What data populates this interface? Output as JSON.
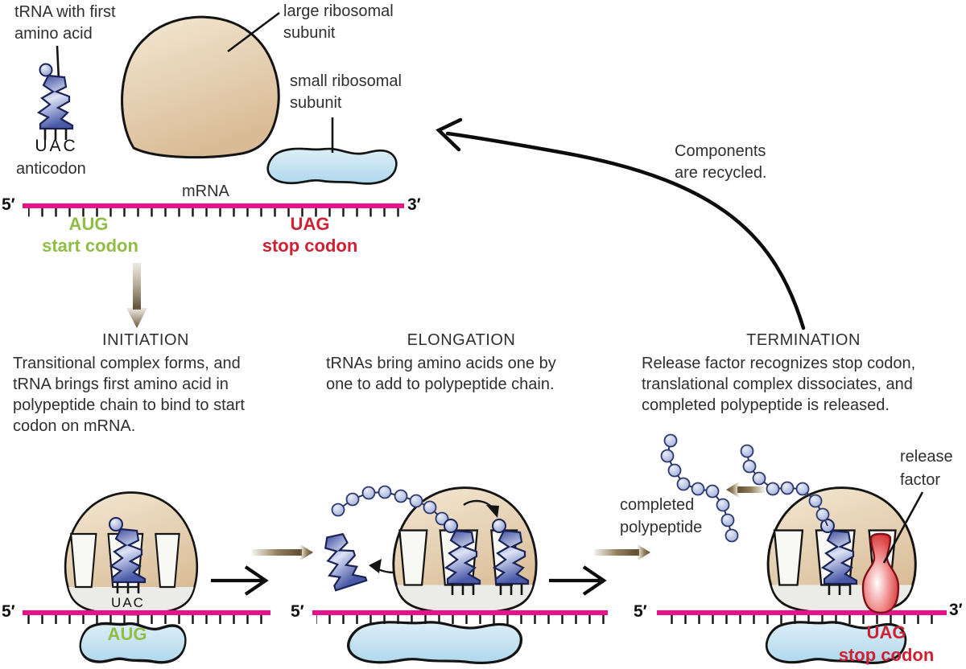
{
  "labels": {
    "trna_line1": "tRNA with first",
    "trna_line2": "amino acid",
    "anticodon": "anticodon",
    "large_line1": "large ribosomal",
    "large_line2": "subunit",
    "small_line1": "small ribosomal",
    "small_line2": "subunit",
    "recycle_line1": "Components",
    "recycle_line2": "are recycled.",
    "completed_line1": "completed",
    "completed_line2": "polypeptide",
    "release_line1": "release",
    "release_line2": "factor"
  },
  "mrna": {
    "label": "mRNA",
    "five_prime": "5′",
    "three_prime": "3′"
  },
  "anticodon_code": "UAC",
  "codons": {
    "start": "AUG",
    "start_label": "start codon",
    "stop": "UAG",
    "stop_label": "stop codon"
  },
  "stages": [
    {
      "title": "INITIATION",
      "lines": [
        "Transitional complex forms, and",
        "tRNA brings first amino acid in",
        "polypeptide chain to bind to start",
        "codon on mRNA."
      ]
    },
    {
      "title": "ELONGATION",
      "lines": [
        "tRNAs bring amino acids one by",
        "one to add to polypeptide chain."
      ]
    },
    {
      "title": "TERMINATION",
      "lines": [
        "Release factor recognizes stop codon,",
        "translational complex dissociates, and",
        "completed polypeptide is released."
      ]
    }
  ],
  "colors": {
    "mrna_strand": "#E8118C",
    "start_codon_green": "#8FBE45",
    "stop_codon_red": "#CE2133",
    "large_subunit_tan": "#E7D5B9",
    "small_subunit_blue": "#C9E4F2",
    "trna_blue": "#46569F",
    "amino_acid_bead": "#A9B5DC",
    "release_factor_red": "#D42B2B",
    "process_arrow_brown": "#5C4A2E",
    "text": "#2F2F2F"
  }
}
